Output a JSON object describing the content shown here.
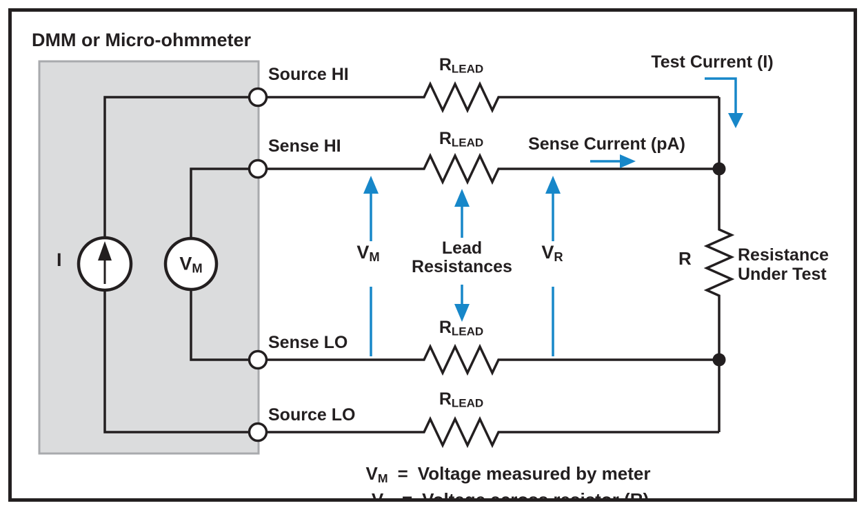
{
  "figure": {
    "title": "DMM or Micro-ohmmeter",
    "terminals": {
      "source_hi": "Source HI",
      "sense_hi": "Sense HI",
      "sense_lo": "Sense LO",
      "source_lo": "Source LO"
    },
    "components": {
      "current_source_label": "I",
      "voltmeter": {
        "main": "V",
        "sub": "M"
      },
      "lead_resistor": {
        "main": "R",
        "sub": "LEAD"
      },
      "test_resistor": {
        "label": "R",
        "description": [
          "Resistance",
          "Under Test"
        ]
      }
    },
    "annotations": {
      "test_current": "Test Current (I)",
      "sense_current": "Sense Current (pA)",
      "vm": {
        "main": "V",
        "sub": "M"
      },
      "vr": {
        "main": "V",
        "sub": "R"
      },
      "lead_resistances": [
        "Lead",
        "Resistances"
      ]
    },
    "caption": {
      "line1": {
        "sym": {
          "main": "V",
          "sub": "M"
        },
        "eq": "=",
        "text": "Voltage measured by meter"
      },
      "line2": {
        "sym": {
          "main": "V",
          "sub": "R"
        },
        "eq": "=",
        "text": "Voltage across resistor (R)"
      }
    },
    "colors": {
      "line_black": "#231f20",
      "accent_blue": "#1787c9",
      "meter_fill": "#dbdcdd",
      "meter_border": "#a8aaad"
    }
  }
}
